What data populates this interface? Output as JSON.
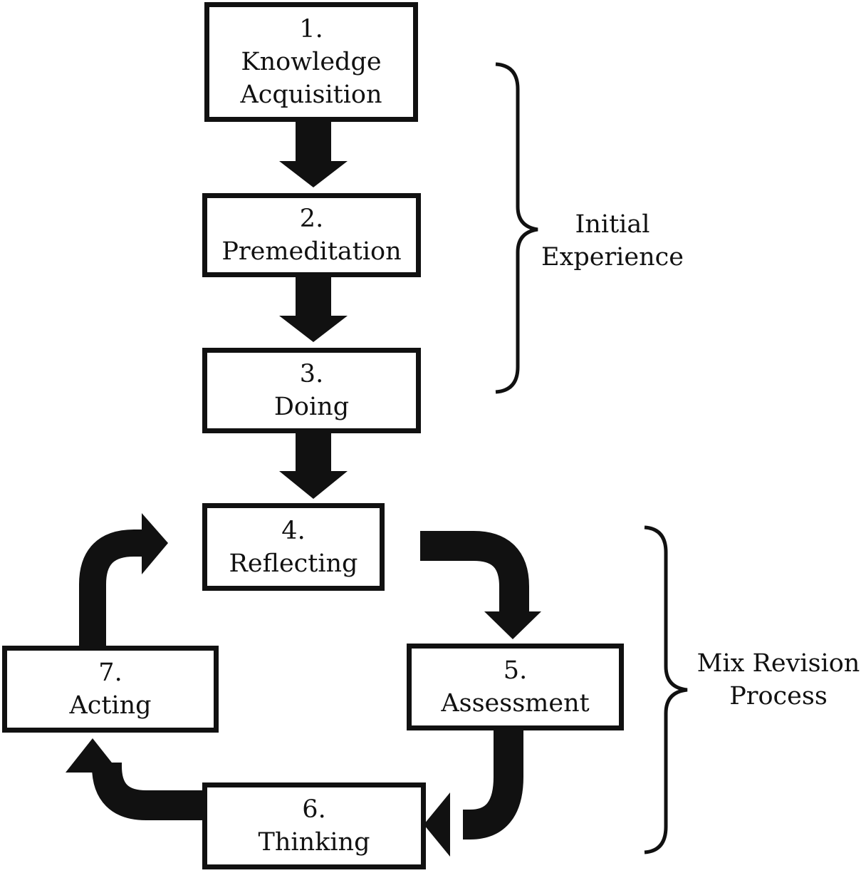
{
  "diagram": {
    "colors": {
      "stroke": "#111111",
      "fill": "#ffffff"
    },
    "steps": [
      {
        "number": "1.",
        "title": "Knowledge",
        "title2": "Acquisition"
      },
      {
        "number": "2.",
        "title": "Premeditation"
      },
      {
        "number": "3.",
        "title": "Doing"
      },
      {
        "number": "4.",
        "title": "Reflecting"
      },
      {
        "number": "5.",
        "title": "Assessment"
      },
      {
        "number": "6.",
        "title": "Thinking"
      },
      {
        "number": "7.",
        "title": "Acting"
      }
    ],
    "groups": [
      {
        "line1": "Initial",
        "line2": "Experience",
        "spans": "steps 1-3"
      },
      {
        "line1": "Mix Revision",
        "line2": "Process",
        "spans": "steps 4-7"
      }
    ],
    "flows": [
      {
        "from": "1",
        "to": "2"
      },
      {
        "from": "2",
        "to": "3"
      },
      {
        "from": "3",
        "to": "4"
      },
      {
        "from": "4",
        "to": "5"
      },
      {
        "from": "5",
        "to": "6"
      },
      {
        "from": "6",
        "to": "7"
      },
      {
        "from": "7",
        "to": "4"
      }
    ]
  }
}
